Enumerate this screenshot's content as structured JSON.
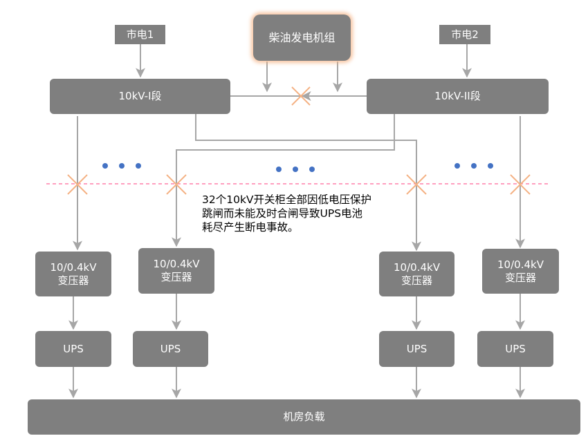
{
  "sources": {
    "grid1": "市电1",
    "generator": "柴油发电机组",
    "grid2": "市电2"
  },
  "buses": {
    "bus1": "10kV-I段",
    "bus2": "10kV-II段"
  },
  "transformers": [
    {
      "line1": "10/0.4kV",
      "line2": "变压器"
    },
    {
      "line1": "10/0.4kV",
      "line2": "变压器"
    },
    {
      "line1": "10/0.4kV",
      "line2": "变压器"
    },
    {
      "line1": "10/0.4kV",
      "line2": "变压器"
    }
  ],
  "ups": [
    "UPS",
    "UPS",
    "UPS",
    "UPS"
  ],
  "load": "机房负载",
  "annotation": {
    "line1": "32个10kV开关柜全部因低电压保护",
    "line2": "跳闸而未能及时合闸导致UPS电池",
    "line3": "耗尽产生断电事故。"
  },
  "colors": {
    "box_fill": "#7f7f7f",
    "line": "#a6a6a6",
    "cross": "#f4b183",
    "dots": "#4472c4",
    "dashed_line": "#ff6699",
    "generator_glow": "#f4b183"
  }
}
